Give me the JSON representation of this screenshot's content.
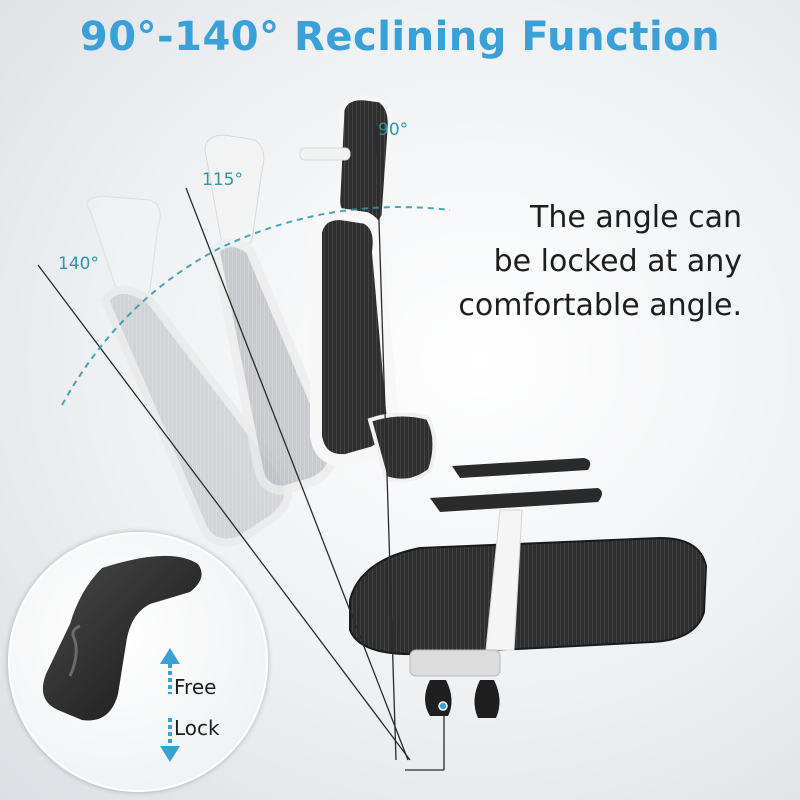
{
  "title": "90°-140° Reclining Function",
  "description": {
    "lines": [
      "The angle can",
      "be locked at any",
      "comfortable angle."
    ]
  },
  "angles": {
    "a90": "90°",
    "a115": "115°",
    "a140": "140°"
  },
  "inset": {
    "free_label": "Free",
    "lock_label": "Lock"
  },
  "colors": {
    "title": "#3aa0d8",
    "angle_text": "#2a98a8",
    "arrow": "#3aa0d8",
    "mesh": "#2a2a2a",
    "frame": "#f7f7f7"
  }
}
